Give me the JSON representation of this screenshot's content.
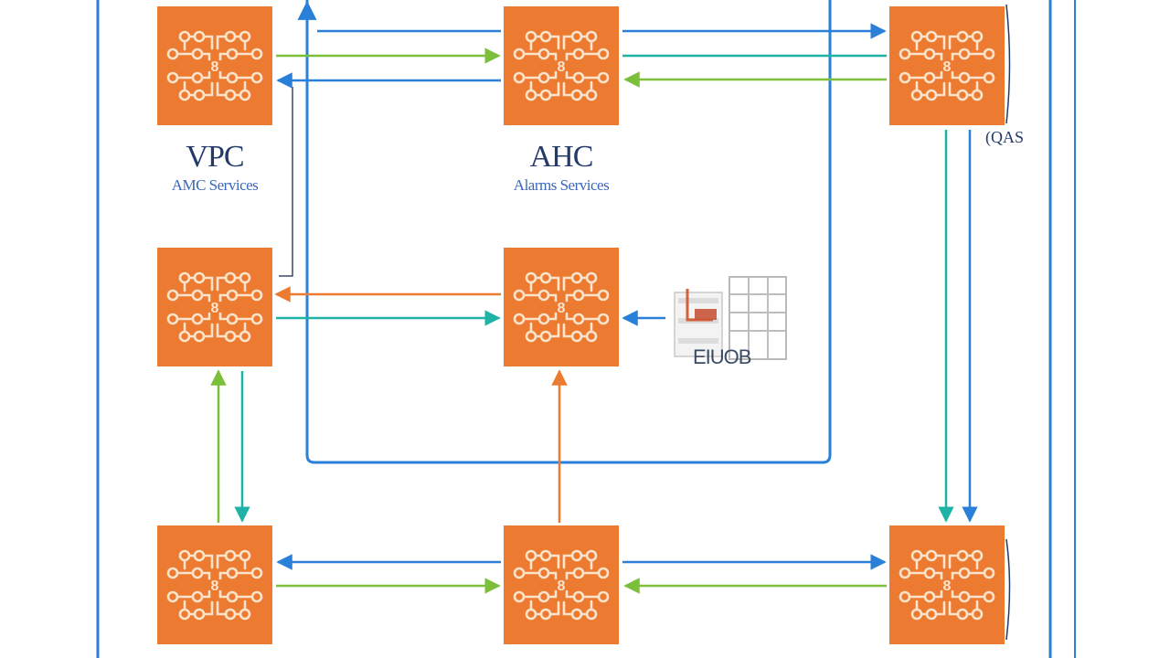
{
  "colors": {
    "node_fill": "#ec7a30",
    "circuit": "#fbe3cc",
    "blue": "#2a7fd8",
    "green": "#7bbf3a",
    "teal": "#1fb3a6",
    "orange": "#ec7a30",
    "text_dark": "#243a6b",
    "text_blue": "#3a67b8"
  },
  "nodes": [
    {
      "id": "n1",
      "name": "vpc-node",
      "icon": "circuit-board-icon"
    },
    {
      "id": "n2",
      "name": "ahc-node",
      "icon": "circuit-board-icon"
    },
    {
      "id": "n3",
      "name": "top-right-node",
      "icon": "circuit-board-icon"
    },
    {
      "id": "n4",
      "name": "middle-left-node",
      "icon": "circuit-board-icon"
    },
    {
      "id": "n5",
      "name": "middle-center-node",
      "icon": "circuit-board-icon"
    },
    {
      "id": "n6",
      "name": "bottom-left-node",
      "icon": "circuit-board-icon"
    },
    {
      "id": "n7",
      "name": "bottom-center-node",
      "icon": "circuit-board-icon"
    },
    {
      "id": "n8",
      "name": "bottom-right-node",
      "icon": "circuit-board-icon"
    }
  ],
  "labels": {
    "vpc_title": "VPC",
    "vpc_subtitle": "AMC Services",
    "ahc_title": "AHC",
    "ahc_subtitle": "Alarms Services",
    "right_label": "(QAS",
    "external_label": "EIUOB"
  },
  "external_icon": "server-rack-icon"
}
